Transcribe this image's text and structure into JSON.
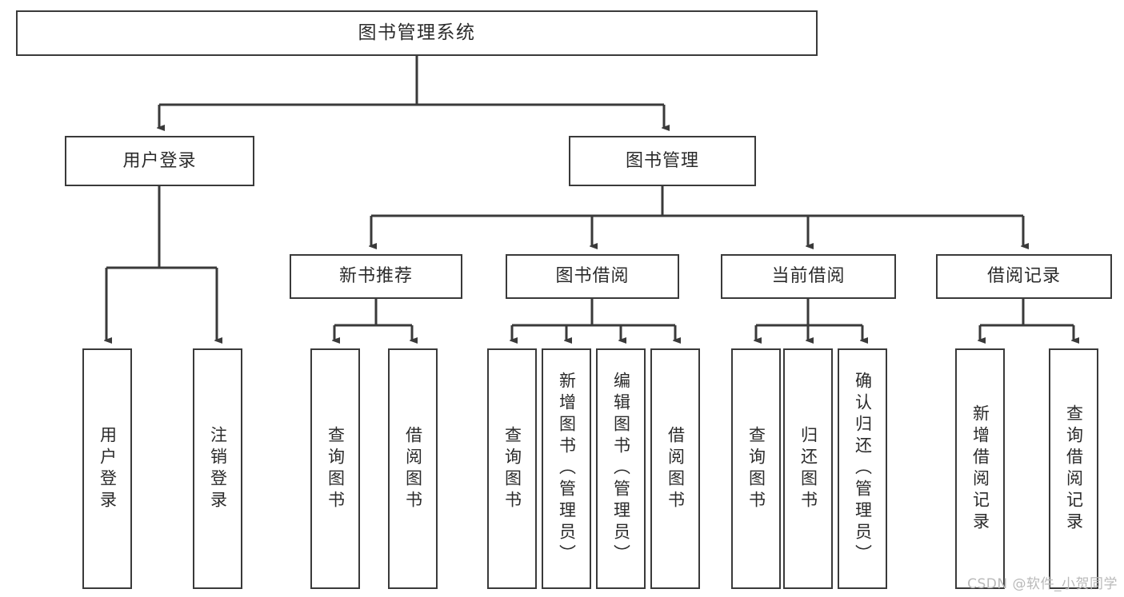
{
  "diagram": {
    "title_text": "图书管理系统",
    "type": "hierarchy-tree",
    "levels": 4,
    "line_color": "#3a3a3a",
    "box_fill": "#ffffff",
    "text_color": "#2b2b2b"
  },
  "nodes": {
    "root": {
      "label": "图书管理系统"
    },
    "level2": [
      {
        "label": "用户登录"
      },
      {
        "label": "图书管理"
      }
    ],
    "level3": [
      {
        "label": "新书推荐"
      },
      {
        "label": "图书借阅"
      },
      {
        "label": "当前借阅"
      },
      {
        "label": "借阅记录"
      }
    ],
    "leaves": {
      "user_login": [
        {
          "label": "用户登录"
        },
        {
          "label": "注销登录"
        }
      ],
      "new_book": [
        {
          "label": "查询图书"
        },
        {
          "label": "借阅图书"
        }
      ],
      "book_borrow": [
        {
          "label": "查询图书"
        },
        {
          "label": "新增图书（管理员）"
        },
        {
          "label": "编辑图书（管理员）"
        },
        {
          "label": "借阅图书"
        }
      ],
      "current_borrow": [
        {
          "label": "查询图书"
        },
        {
          "label": "归还图书"
        },
        {
          "label": "确认归还（管理员）"
        }
      ],
      "borrow_record": [
        {
          "label": "新增借阅记录"
        },
        {
          "label": "查询借阅记录"
        }
      ]
    }
  },
  "watermark": {
    "text": "CSDN @软件_小贺同学"
  }
}
